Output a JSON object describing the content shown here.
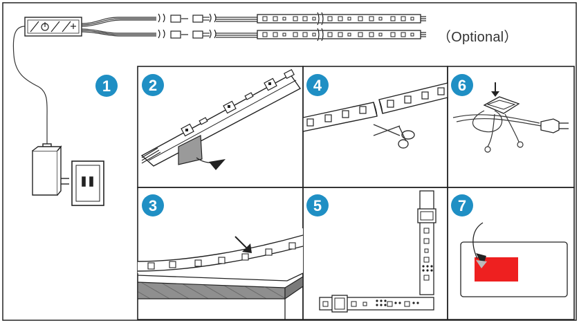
{
  "header": {
    "optional_label": "（Optional）"
  },
  "steps": [
    {
      "number": "1"
    },
    {
      "number": "2"
    },
    {
      "number": "3"
    },
    {
      "number": "4"
    },
    {
      "number": "5"
    },
    {
      "number": "6"
    },
    {
      "number": "7"
    }
  ],
  "controller": {
    "button_icons": [
      "slash-icon",
      "power-icon",
      "slash-icon",
      "plus-icon"
    ]
  },
  "colors": {
    "badge": "#1f8fc4",
    "line": "#222222",
    "strip": "#ffffff",
    "tape": "#9a9a9a",
    "red_mark": "#ee2020"
  }
}
